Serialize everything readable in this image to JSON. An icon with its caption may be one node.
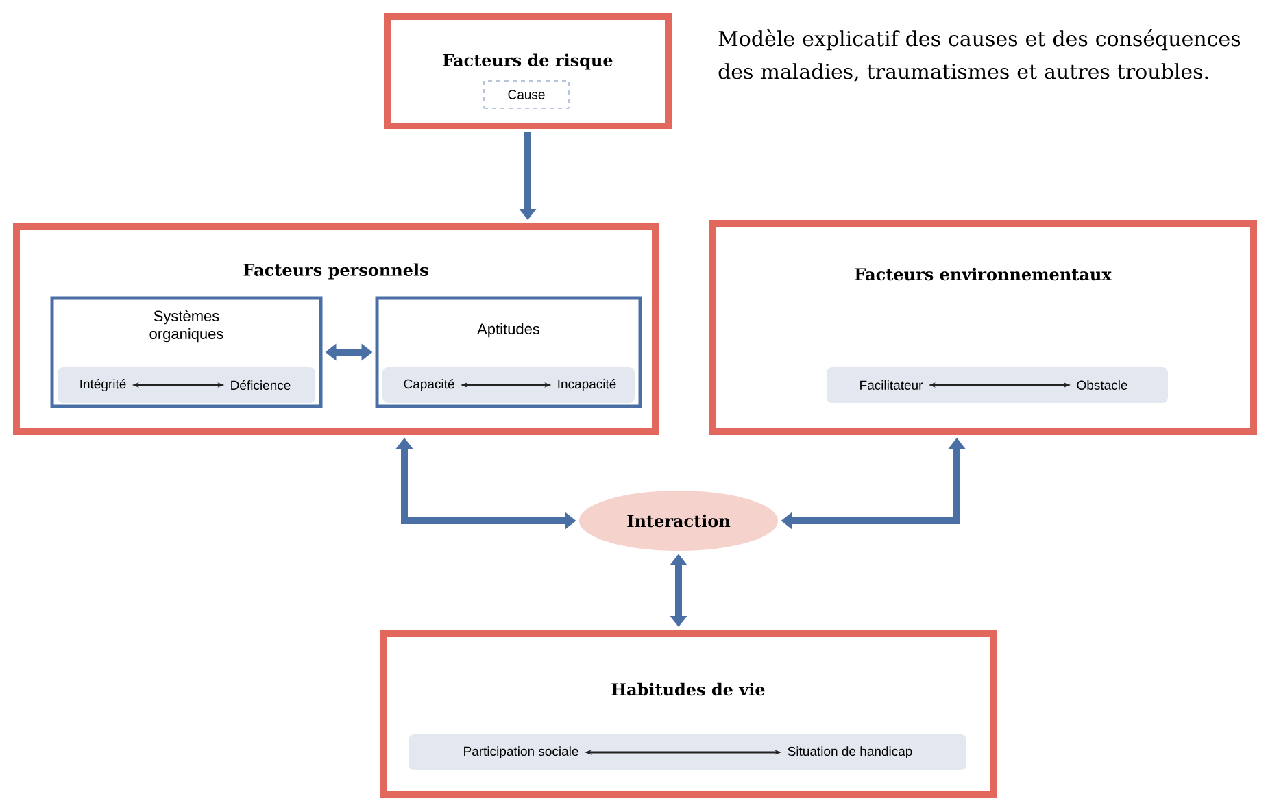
{
  "diagram": {
    "nodes": [
      {
        "text": [
          "Facteurs de risque"
        ]
      },
      {
        "text": [
          "Cause"
        ],
        "in": 0
      },
      {
        "text": [
          "Facteurs personnels"
        ]
      },
      {
        "text": [
          "Systèmes organiques"
        ],
        "in": 2
      },
      {
        "text": [
          "Intégrité"
        ],
        "in": 3
      },
      {
        "text": [
          "Déficience"
        ],
        "in": 3
      },
      {
        "text": [
          "Aptitudes"
        ],
        "in": 2
      },
      {
        "text": [
          "Capacité"
        ],
        "in": 6
      },
      {
        "text": [
          "Incapacité"
        ],
        "in": 6
      },
      {
        "text": [
          "Facteurs environnementaux"
        ]
      },
      {
        "text": [
          "Facilitateur"
        ],
        "in": 9
      },
      {
        "text": [
          "Obstacle"
        ],
        "in": 9
      },
      {
        "text": [
          "Interaction"
        ]
      },
      {
        "text": [
          "Habitudes de vie"
        ]
      },
      {
        "text": [
          "Participation sociale"
        ],
        "in": 13
      },
      {
        "text": [
          "Situation de handicap"
        ],
        "in": 13
      }
    ],
    "edges": [
      {
        "from": 0,
        "to": 2,
        "arrow": "to"
      },
      {
        "from": 3,
        "to": 6,
        "arrow": "both"
      },
      {
        "from": 4,
        "to": 5,
        "arrow": "both",
        "color": "#222222"
      },
      {
        "from": 7,
        "to": 8,
        "arrow": "both",
        "color": "#222222"
      },
      {
        "from": 10,
        "to": 11,
        "arrow": "both",
        "color": "#222222"
      },
      {
        "from": 2,
        "to": 12,
        "arrow": "both"
      },
      {
        "from": 9,
        "to": 12,
        "arrow": "both"
      },
      {
        "from": 12,
        "to": 13,
        "arrow": "both"
      },
      {
        "from": 14,
        "to": 15,
        "arrow": "both",
        "color": "#222222"
      }
    ],
    "labels": [
      "Modèle explicatif des causes et des conséquences des maladies, traumatismes et autres troubles."
    ]
  }
}
